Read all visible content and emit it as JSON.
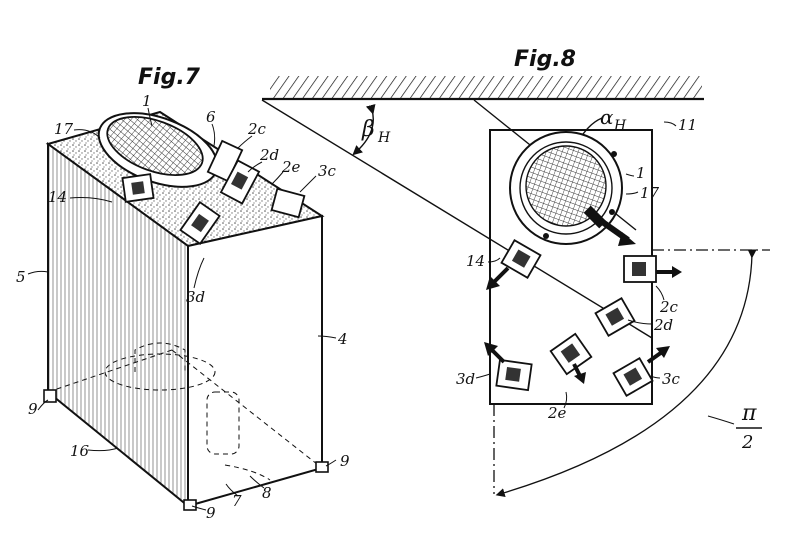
{
  "figures": {
    "fig7": {
      "title": "Fig.7",
      "labels": {
        "l1": "1",
        "l17": "17",
        "l6": "6",
        "l2c": "2c",
        "l2d": "2d",
        "l2e": "2e",
        "l3c": "3c",
        "l14": "14",
        "l5": "5",
        "l4": "4",
        "l3d": "3d",
        "l9a": "9",
        "l16": "16",
        "l9b": "9",
        "l8": "8",
        "l7": "7",
        "l9c": "9"
      }
    },
    "fig8": {
      "title": "Fig.8",
      "labels": {
        "beta": "β",
        "beta_sub": "H",
        "alpha": "α",
        "alpha_sub": "H",
        "l11": "11",
        "l1": "1",
        "l17": "17",
        "l14": "14",
        "l2c": "2c",
        "l2d": "2d",
        "l3d": "3d",
        "l2e": "2e",
        "l3c": "3c",
        "pi": "π",
        "two": "2"
      }
    }
  },
  "colors": {
    "ink": "#111111",
    "paper": "#ffffff",
    "stipple": "#8a8a8a"
  }
}
